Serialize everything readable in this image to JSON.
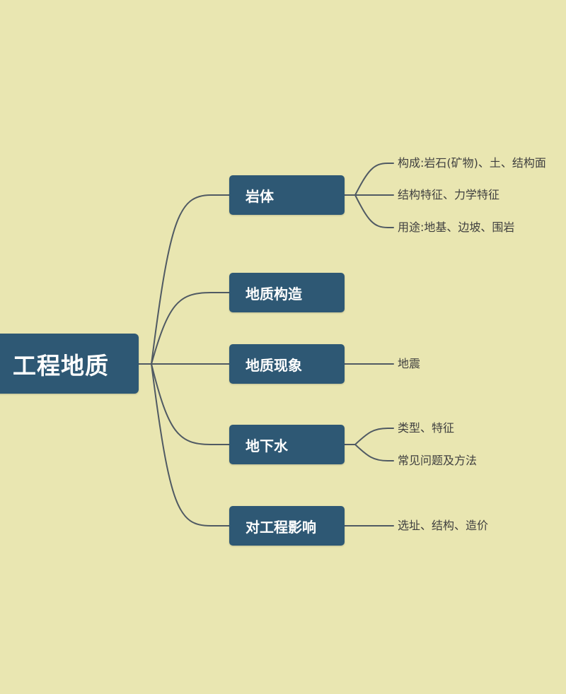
{
  "diagram": {
    "root": "工程地质",
    "branches": [
      {
        "label": "岩体",
        "leaves": [
          "构成:岩石(矿物)、土、结构面",
          "结构特征、力学特征",
          "用途:地基、边坡、围岩"
        ]
      },
      {
        "label": "地质构造",
        "leaves": []
      },
      {
        "label": "地质现象",
        "leaves": [
          "地震"
        ]
      },
      {
        "label": "地下水",
        "leaves": [
          "类型、特征",
          "常见问题及方法"
        ]
      },
      {
        "label": "对工程影响",
        "leaves": [
          "选址、结构、造价"
        ]
      }
    ]
  },
  "colors": {
    "background": "#e9e6b1",
    "node_fill": "#2e5874",
    "node_text": "#ffffff",
    "connector": "#505a63",
    "leaf_text": "#3f3f3f"
  }
}
